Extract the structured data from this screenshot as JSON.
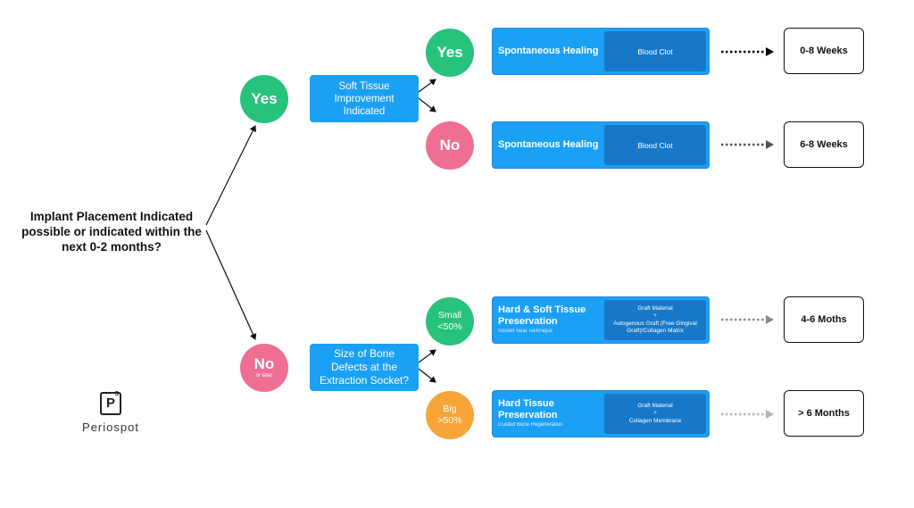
{
  "question": {
    "line1": "Implant Placement Indicated",
    "line2": "possible or indicated within the",
    "line3": "next 0-2 months?"
  },
  "branch_yes": {
    "circle_label": "Yes",
    "question_box": {
      "line1": "Soft Tissue",
      "line2": "Improvement",
      "line3": "Indicated"
    },
    "options": [
      {
        "circle_label": "Yes",
        "treatment": "Spontaneous Healing",
        "method": "Blood Clot",
        "result": "0-8 Weeks"
      },
      {
        "circle_label": "No",
        "treatment": "Spontaneous Healing",
        "method": "Blood Clot",
        "result": "6-8 Weeks"
      }
    ]
  },
  "branch_no": {
    "circle_label": "No",
    "circle_sub": "or later",
    "question_box": {
      "line1": "Size of Bone",
      "line2": "Defects at the",
      "line3": "Extraction Socket?"
    },
    "options": [
      {
        "circle_line1": "Small",
        "circle_line2": "<50%",
        "treatment_line1": "Hard & Soft Tissue",
        "treatment_line2": "Preservation",
        "technique": "Socket Seal Technique",
        "method_line1": "Graft Material",
        "method_plus": "+",
        "method_line2": "Autogenous Graft (Free Gingival",
        "method_line3": "Graft)/Collagen Matrix",
        "result": "4-6 Moths"
      },
      {
        "circle_line1": "Big",
        "circle_line2": ">50%",
        "treatment_line1": "Hard Tissue",
        "treatment_line2": "Preservation",
        "technique": "Guided Bone Regeneration",
        "method_line1": "Graft Material",
        "method_plus": "+",
        "method_line2": "Collagen Membrane",
        "result": "> 6 Months"
      }
    ]
  },
  "logo": {
    "mark": "P",
    "superscript": "S",
    "name": "Periospot"
  },
  "colors": {
    "green": "#27c27c",
    "pink": "#ef6f93",
    "orange": "#f7a539",
    "blue": "#1aa0f5",
    "dark_blue": "#1778c9"
  }
}
